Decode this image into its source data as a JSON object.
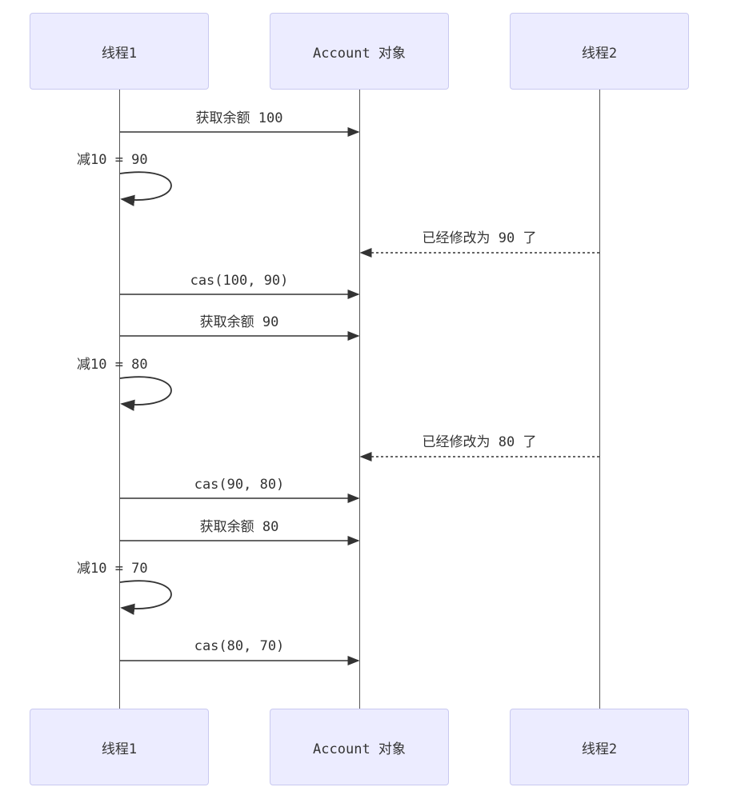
{
  "participants": {
    "thread1": "线程1",
    "account": "Account 对象",
    "thread2": "线程2"
  },
  "messages": [
    {
      "text": "获取余额 100"
    },
    {
      "text": "减10 = 90"
    },
    {
      "text": "已经修改为 90 了"
    },
    {
      "text": "cas(100, 90)"
    },
    {
      "text": "获取余额 90"
    },
    {
      "text": "减10 = 80"
    },
    {
      "text": "已经修改为 80 了"
    },
    {
      "text": "cas(90, 80)"
    },
    {
      "text": "获取余额 80"
    },
    {
      "text": "减10 = 70"
    },
    {
      "text": "cas(80, 70)"
    }
  ],
  "colors": {
    "participant_fill": "#ececff",
    "participant_border": "#c9c9f0",
    "line": "#333333"
  }
}
